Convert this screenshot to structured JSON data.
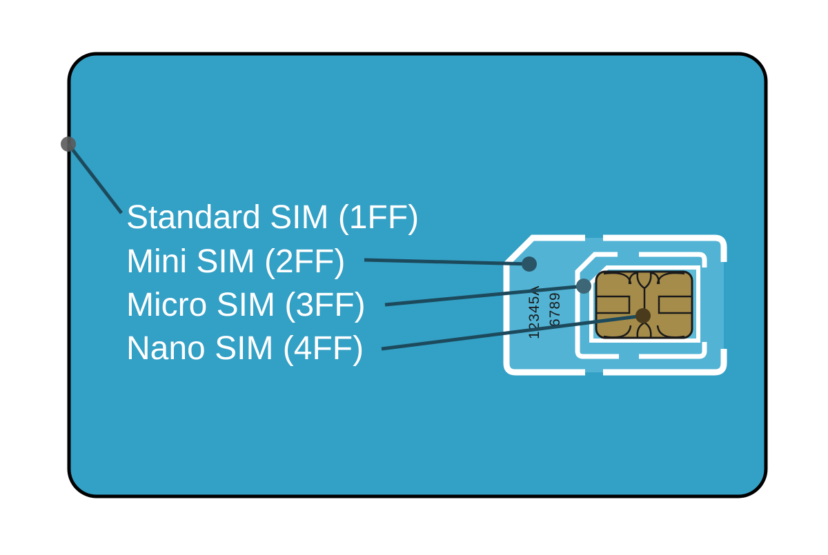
{
  "labels": {
    "standard": "Standard SIM (1FF)",
    "mini": "Mini SIM (2FF)",
    "micro": "Micro SIM (3FF)",
    "nano": "Nano SIM (4FF)"
  },
  "serial": {
    "line1": "12345A",
    "line2": "6789"
  },
  "colors": {
    "card": "#33a0c5",
    "inner_card": "#52b3d4",
    "outline": "#000000",
    "cut_lines": "#ffffff",
    "chip": "#a68c4a",
    "leader": "#1c4a5c",
    "dot": "#555555"
  }
}
